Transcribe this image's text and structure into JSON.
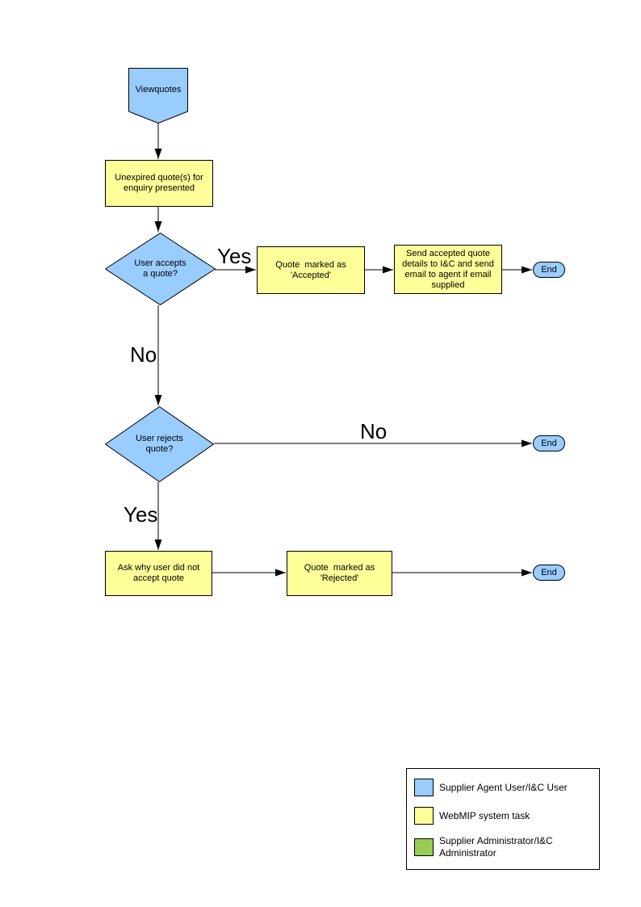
{
  "colors": {
    "actor_blue": "#99CCFF",
    "task_yellow": "#FFFF99",
    "admin_green": "#99CC55",
    "line_black": "#000000"
  },
  "nodes": {
    "start": {
      "label": "Viewquotes"
    },
    "present_quotes": {
      "label": "Unexpired quote(s) for\nenquiry presented"
    },
    "accept_decision": {
      "label": "User accepts\na quote?"
    },
    "mark_accepted": {
      "label": "Quote  marked as\n'Accepted'"
    },
    "send_details": {
      "label": "Send accepted quote\ndetails to I&C and send\nemail to agent if email\nsupplied"
    },
    "end_accepted": {
      "label": "End"
    },
    "reject_decision": {
      "label": "User rejects\nquote?"
    },
    "end_no_reject": {
      "label": "End"
    },
    "ask_why": {
      "label": "Ask why user did not\naccept quote"
    },
    "mark_rejected": {
      "label": "Quote  marked as\n'Rejected'"
    },
    "end_rejected": {
      "label": "End"
    }
  },
  "edge_labels": {
    "accept_yes": "Yes",
    "accept_no": "No",
    "reject_no": "No",
    "reject_yes": "Yes"
  },
  "legend": {
    "items": [
      {
        "color": "#99CCFF",
        "label": "Supplier Agent User/I&C User"
      },
      {
        "color": "#FFFF99",
        "label": "WebMIP system task"
      },
      {
        "color": "#99CC55",
        "label": "Supplier Administrator/I&C Administrator"
      }
    ]
  }
}
